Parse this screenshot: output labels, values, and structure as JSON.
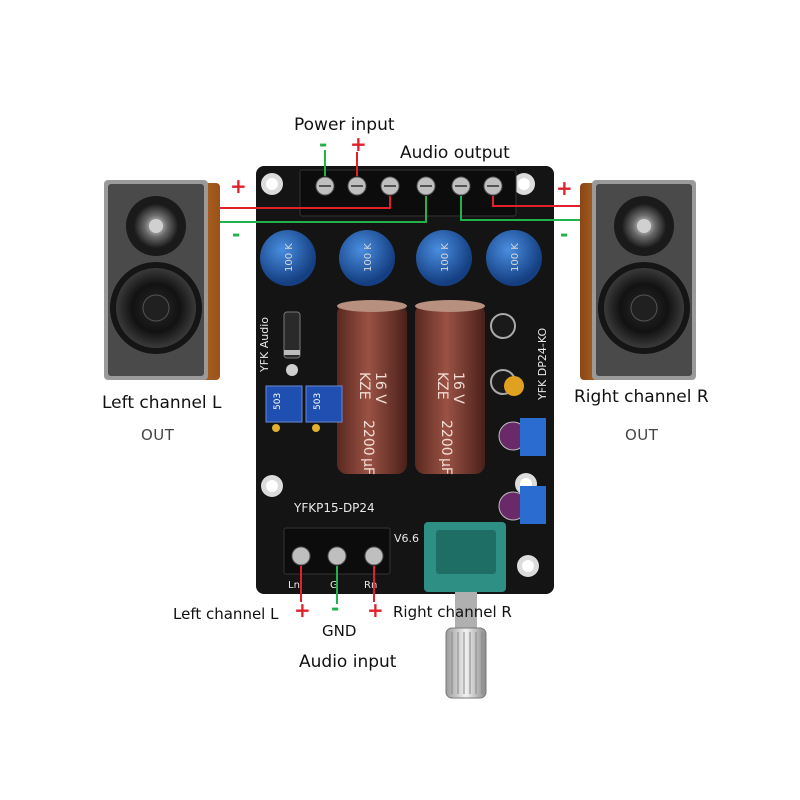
{
  "labels": {
    "power_input": "Power input",
    "audio_output": "Audio output",
    "left_channel_out": "Left channel L",
    "right_channel_out": "Right channel R",
    "out_left": "OUT",
    "out_right": "OUT",
    "left_channel_in": "Left channel L",
    "right_channel_in": "Right channel R",
    "gnd": "GND",
    "audio_input": "Audio input"
  },
  "signs": {
    "plus": "+",
    "minus": "-"
  },
  "board": {
    "brand": "YFK Audio",
    "model": "YFKP15-DP24",
    "model_alt": "YFK DP24-KO",
    "version": "V6.6",
    "cap_rating": "100 K",
    "electrolytic_value": "2200",
    "electrolytic_unit": "µF",
    "electrolytic_voltage": "16 V",
    "electrolytic_brand": "KZE",
    "trimmer_value": "503",
    "input_pins": [
      "Ln",
      "G",
      "Rn"
    ]
  },
  "colors": {
    "positive_wire": "#e0202a",
    "negative_wire": "#22b24c",
    "pcb": "#141414",
    "speaker_wood": "#c8742c",
    "blue_cap": "#1f5fb0",
    "electrolytic": "#7a3a30"
  }
}
